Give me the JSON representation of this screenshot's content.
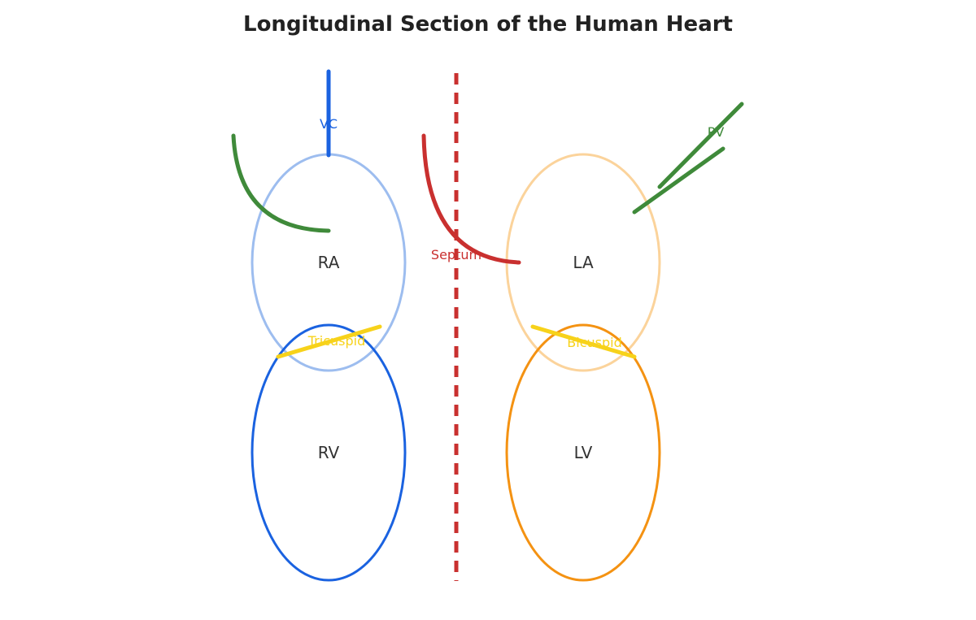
{
  "title": "Longitudinal Section of the Human Heart",
  "chambers": {
    "ra": {
      "label": "RA",
      "color": "#9dbdef"
    },
    "rv": {
      "label": "RV",
      "color": "#1a62e0"
    },
    "la": {
      "label": "LA",
      "color": "#fbd39b"
    },
    "lv": {
      "label": "LV",
      "color": "#f49212"
    }
  },
  "vessels": {
    "vc": {
      "label": "VC",
      "color": "#1a62e0"
    },
    "pv": {
      "label": "PV",
      "color": "#3f8a3a"
    },
    "right_vessel_color": "#3f8a3a"
  },
  "septum": {
    "label": "Septum",
    "color": "#c9302f"
  },
  "valves": {
    "tricuspid": {
      "label": "Tricuspid",
      "color": "#f7d21a"
    },
    "bicuspid": {
      "label": "Bicuspid",
      "color": "#f7d21a"
    }
  }
}
